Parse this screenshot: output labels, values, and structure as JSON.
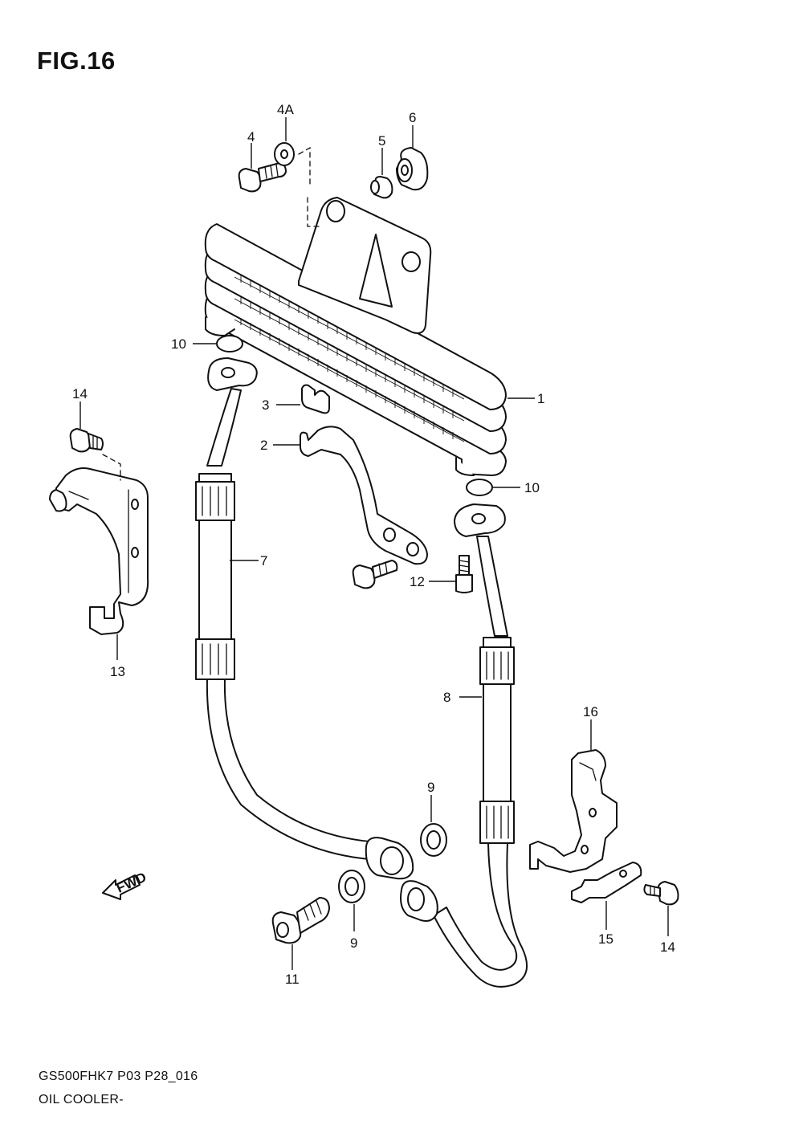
{
  "figure": {
    "title": "FIG.16",
    "model_code": "GS500FHK7 P03 P28_016",
    "section_name": "OIL COOLER-",
    "fwd_label": "FWD"
  },
  "callouts": {
    "c1": "1",
    "c2": "2",
    "c3": "3",
    "c4": "4",
    "c4a": "4A",
    "c5": "5",
    "c6": "6",
    "c7": "7",
    "c8": "8",
    "c9a": "9",
    "c9b": "9",
    "c10a": "10",
    "c10b": "10",
    "c11": "11",
    "c12": "12",
    "c13": "13",
    "c14a": "14",
    "c14b": "14",
    "c15": "15",
    "c16": "16"
  }
}
